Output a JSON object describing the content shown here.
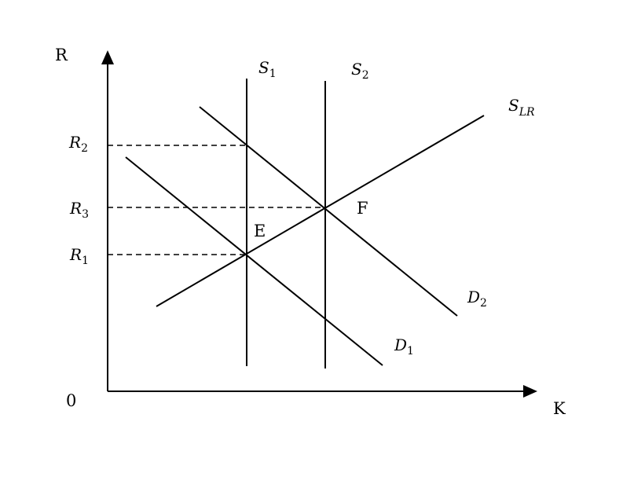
{
  "axes": {
    "y_label": "R",
    "x_label": "K",
    "origin_label": "0"
  },
  "r_levels": [
    {
      "letter": "R",
      "sub": "2"
    },
    {
      "letter": "R",
      "sub": "3"
    },
    {
      "letter": "R",
      "sub": "1"
    }
  ],
  "curves": {
    "s1": {
      "letter": "S",
      "sub": "1"
    },
    "s2": {
      "letter": "S",
      "sub": "2"
    },
    "slr": {
      "letter": "S",
      "sub": "LR"
    },
    "d1": {
      "letter": "D",
      "sub": "1"
    },
    "d2": {
      "letter": "D",
      "sub": "2"
    }
  },
  "points": {
    "e": "E",
    "f": "F"
  },
  "colors": {
    "ink": "#000000",
    "background": "#ffffff"
  }
}
